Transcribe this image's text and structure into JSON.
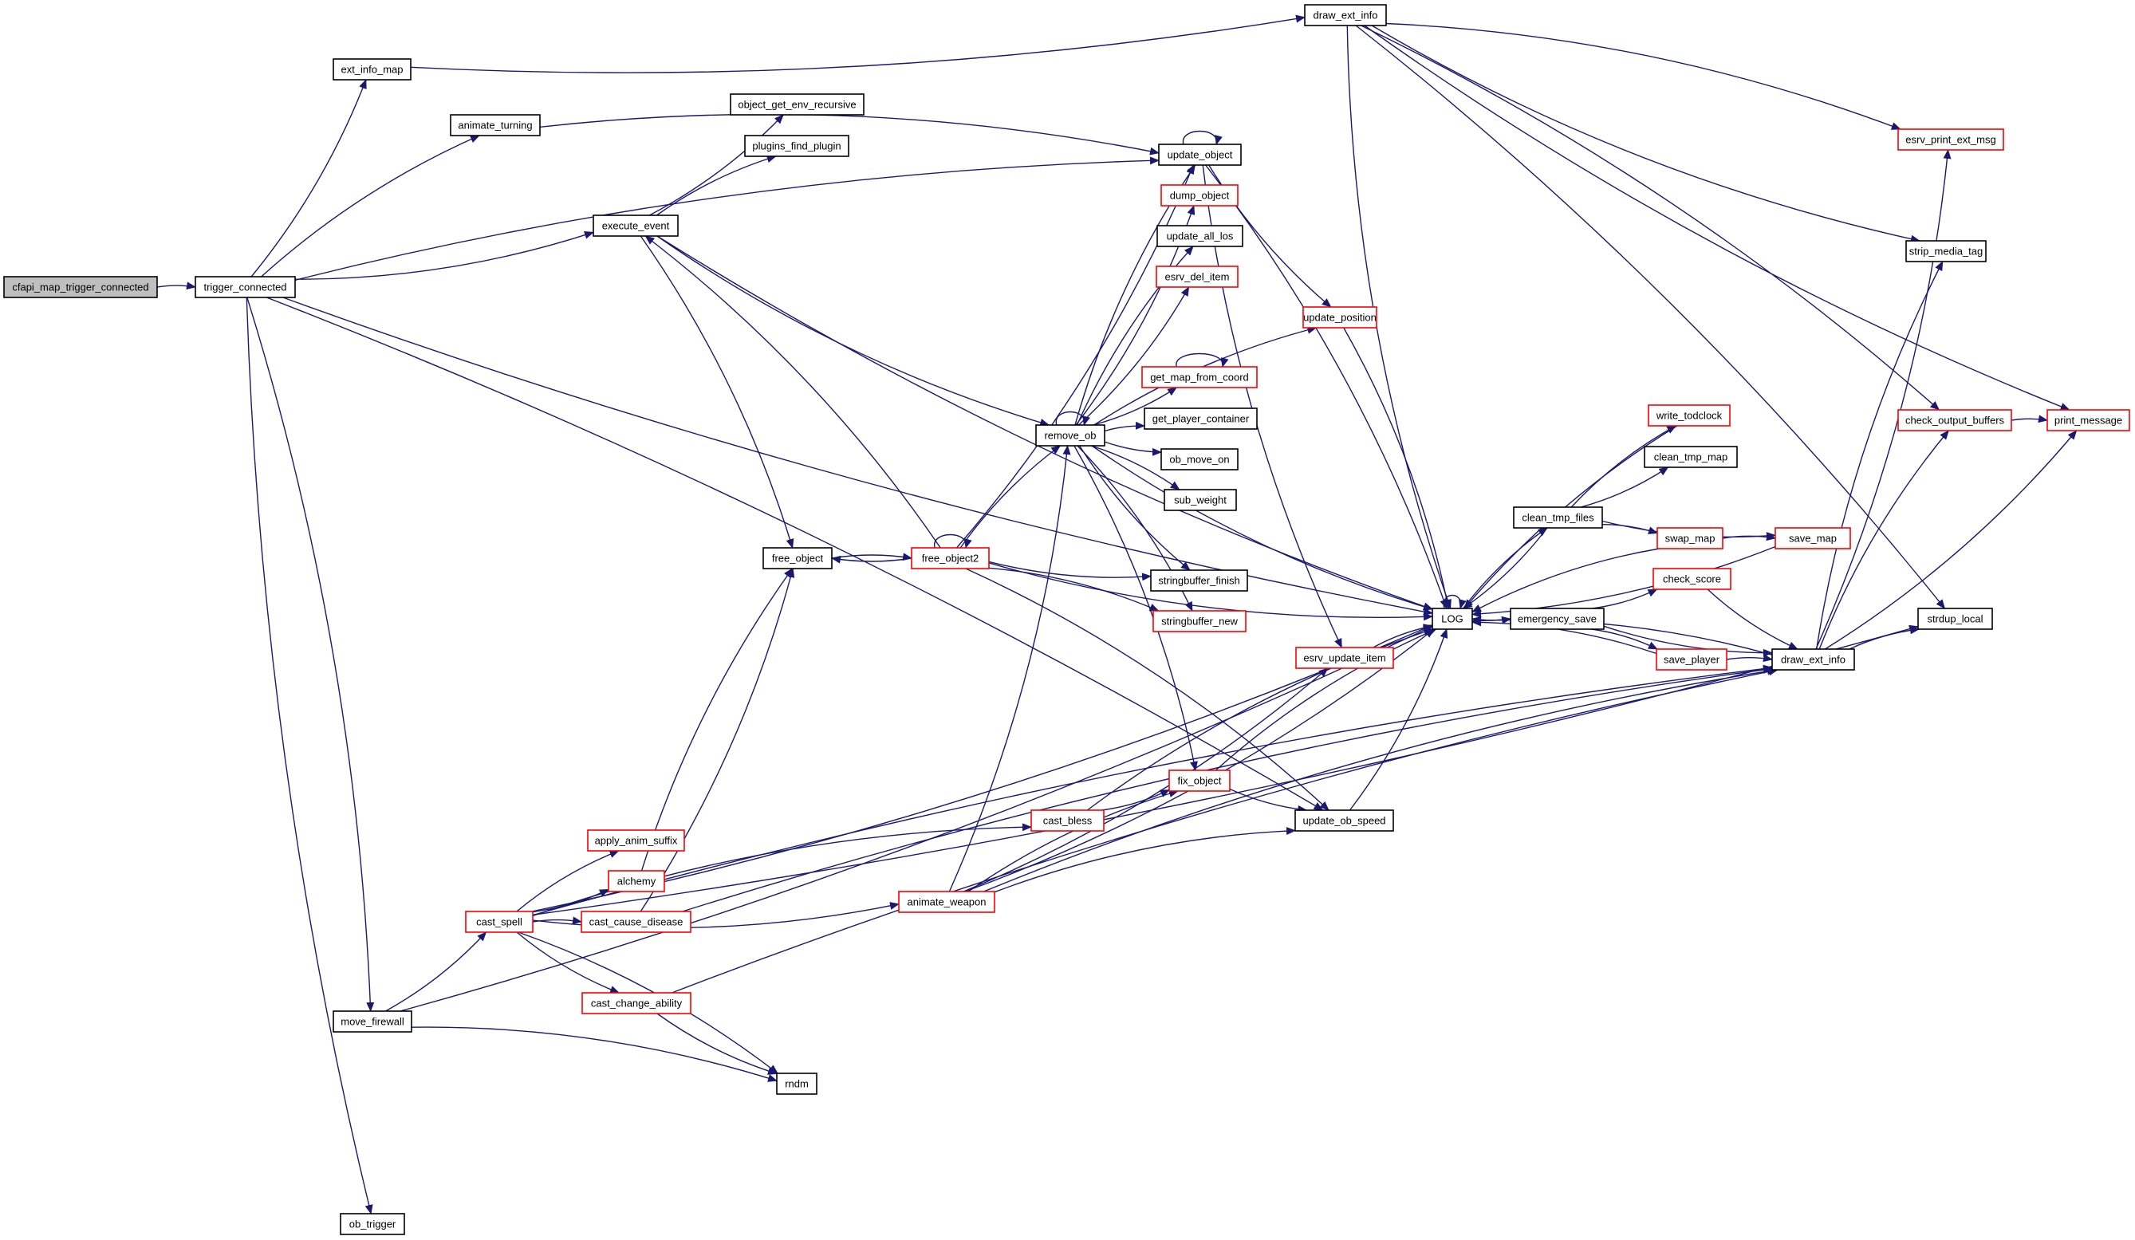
{
  "graph": {
    "title": "cfapi_map_trigger_connected call graph",
    "colors": {
      "edge": "#191970",
      "node_border": "#000000",
      "node_truncated_border": "#ff0000",
      "root_fill": "#bfbfbf"
    },
    "nodes": [
      {
        "id": "cfapi",
        "label": "cfapi_map_trigger_connected",
        "style": "root"
      },
      {
        "id": "trigger_connected",
        "label": "trigger_connected",
        "style": "normal"
      },
      {
        "id": "ext_info_map",
        "label": "ext_info_map",
        "style": "normal"
      },
      {
        "id": "animate_turning",
        "label": "animate_turning",
        "style": "normal"
      },
      {
        "id": "execute_event",
        "label": "execute_event",
        "style": "normal"
      },
      {
        "id": "object_get_env_recursive",
        "label": "object_get_env_recursive",
        "style": "normal"
      },
      {
        "id": "plugins_find_plugin",
        "label": "plugins_find_plugin",
        "style": "normal"
      },
      {
        "id": "draw_ext_info_top",
        "label": "draw_ext_info",
        "style": "normal"
      },
      {
        "id": "update_object",
        "label": "update_object",
        "style": "normal"
      },
      {
        "id": "dump_object",
        "label": "dump_object",
        "style": "red"
      },
      {
        "id": "update_all_los",
        "label": "update_all_los",
        "style": "normal"
      },
      {
        "id": "esrv_del_item",
        "label": "esrv_del_item",
        "style": "red"
      },
      {
        "id": "update_position",
        "label": "update_position",
        "style": "red"
      },
      {
        "id": "get_map_from_coord",
        "label": "get_map_from_coord",
        "style": "red"
      },
      {
        "id": "get_player_container",
        "label": "get_player_container",
        "style": "normal"
      },
      {
        "id": "ob_move_on",
        "label": "ob_move_on",
        "style": "normal"
      },
      {
        "id": "sub_weight",
        "label": "sub_weight",
        "style": "normal"
      },
      {
        "id": "remove_ob",
        "label": "remove_ob",
        "style": "normal"
      },
      {
        "id": "free_object",
        "label": "free_object",
        "style": "normal"
      },
      {
        "id": "free_object2",
        "label": "free_object2",
        "style": "red"
      },
      {
        "id": "stringbuffer_finish",
        "label": "stringbuffer_finish",
        "style": "normal"
      },
      {
        "id": "stringbuffer_new",
        "label": "stringbuffer_new",
        "style": "red"
      },
      {
        "id": "LOG",
        "label": "LOG",
        "style": "normal"
      },
      {
        "id": "esrv_update_item",
        "label": "esrv_update_item",
        "style": "red"
      },
      {
        "id": "write_todclock",
        "label": "write_todclock",
        "style": "red"
      },
      {
        "id": "clean_tmp_map",
        "label": "clean_tmp_map",
        "style": "normal"
      },
      {
        "id": "clean_tmp_files",
        "label": "clean_tmp_files",
        "style": "normal"
      },
      {
        "id": "swap_map",
        "label": "swap_map",
        "style": "red"
      },
      {
        "id": "save_map",
        "label": "save_map",
        "style": "red"
      },
      {
        "id": "check_score",
        "label": "check_score",
        "style": "red"
      },
      {
        "id": "emergency_save",
        "label": "emergency_save",
        "style": "normal"
      },
      {
        "id": "save_player",
        "label": "save_player",
        "style": "red"
      },
      {
        "id": "draw_ext_info",
        "label": "draw_ext_info",
        "style": "normal"
      },
      {
        "id": "strdup_local",
        "label": "strdup_local",
        "style": "normal"
      },
      {
        "id": "check_output_buffers",
        "label": "check_output_buffers",
        "style": "red"
      },
      {
        "id": "print_message",
        "label": "print_message",
        "style": "red"
      },
      {
        "id": "esrv_print_ext_msg",
        "label": "esrv_print_ext_msg",
        "style": "red"
      },
      {
        "id": "strip_media_tag",
        "label": "strip_media_tag",
        "style": "normal"
      },
      {
        "id": "fix_object",
        "label": "fix_object",
        "style": "red"
      },
      {
        "id": "cast_bless",
        "label": "cast_bless",
        "style": "red"
      },
      {
        "id": "update_ob_speed",
        "label": "update_ob_speed",
        "style": "normal"
      },
      {
        "id": "apply_anim_suffix",
        "label": "apply_anim_suffix",
        "style": "red"
      },
      {
        "id": "alchemy",
        "label": "alchemy",
        "style": "red"
      },
      {
        "id": "cast_spell",
        "label": "cast_spell",
        "style": "red"
      },
      {
        "id": "cast_cause_disease",
        "label": "cast_cause_disease",
        "style": "red"
      },
      {
        "id": "animate_weapon",
        "label": "animate_weapon",
        "style": "red"
      },
      {
        "id": "cast_change_ability",
        "label": "cast_change_ability",
        "style": "red"
      },
      {
        "id": "rndm",
        "label": "rndm",
        "style": "normal"
      },
      {
        "id": "move_firewall",
        "label": "move_firewall",
        "style": "normal"
      },
      {
        "id": "ob_trigger",
        "label": "ob_trigger",
        "style": "normal"
      }
    ],
    "edges": [
      [
        "cfapi",
        "trigger_connected"
      ],
      [
        "trigger_connected",
        "ext_info_map"
      ],
      [
        "trigger_connected",
        "animate_turning"
      ],
      [
        "trigger_connected",
        "execute_event"
      ],
      [
        "trigger_connected",
        "update_object"
      ],
      [
        "trigger_connected",
        "LOG"
      ],
      [
        "trigger_connected",
        "move_firewall"
      ],
      [
        "trigger_connected",
        "ob_trigger"
      ],
      [
        "trigger_connected",
        "update_ob_speed"
      ],
      [
        "ext_info_map",
        "draw_ext_info_top"
      ],
      [
        "animate_turning",
        "update_object"
      ],
      [
        "execute_event",
        "object_get_env_recursive"
      ],
      [
        "execute_event",
        "plugins_find_plugin"
      ],
      [
        "execute_event",
        "LOG"
      ],
      [
        "execute_event",
        "free_object"
      ],
      [
        "execute_event",
        "remove_ob"
      ],
      [
        "draw_ext_info_top",
        "esrv_print_ext_msg"
      ],
      [
        "draw_ext_info_top",
        "strip_media_tag"
      ],
      [
        "draw_ext_info_top",
        "check_output_buffers"
      ],
      [
        "draw_ext_info_top",
        "print_message"
      ],
      [
        "draw_ext_info_top",
        "strdup_local"
      ],
      [
        "draw_ext_info_top",
        "LOG"
      ],
      [
        "update_object",
        "update_object"
      ],
      [
        "update_object",
        "update_position"
      ],
      [
        "update_object",
        "LOG"
      ],
      [
        "update_object",
        "esrv_update_item"
      ],
      [
        "update_position",
        "LOG"
      ],
      [
        "remove_ob",
        "remove_ob"
      ],
      [
        "remove_ob",
        "update_object"
      ],
      [
        "remove_ob",
        "dump_object"
      ],
      [
        "remove_ob",
        "update_all_los"
      ],
      [
        "remove_ob",
        "esrv_del_item"
      ],
      [
        "remove_ob",
        "update_position"
      ],
      [
        "remove_ob",
        "get_map_from_coord"
      ],
      [
        "remove_ob",
        "get_player_container"
      ],
      [
        "remove_ob",
        "ob_move_on"
      ],
      [
        "remove_ob",
        "sub_weight"
      ],
      [
        "remove_ob",
        "stringbuffer_finish"
      ],
      [
        "remove_ob",
        "stringbuffer_new"
      ],
      [
        "remove_ob",
        "LOG"
      ],
      [
        "remove_ob",
        "fix_object"
      ],
      [
        "get_map_from_coord",
        "get_map_from_coord"
      ],
      [
        "free_object",
        "free_object2"
      ],
      [
        "free_object2",
        "free_object2"
      ],
      [
        "free_object2",
        "free_object"
      ],
      [
        "free_object2",
        "execute_event"
      ],
      [
        "free_object2",
        "remove_ob"
      ],
      [
        "free_object2",
        "stringbuffer_finish"
      ],
      [
        "free_object2",
        "stringbuffer_new"
      ],
      [
        "free_object2",
        "LOG"
      ],
      [
        "free_object2",
        "update_ob_speed"
      ],
      [
        "free_object2",
        "update_object"
      ],
      [
        "esrv_update_item",
        "LOG"
      ],
      [
        "LOG",
        "LOG"
      ],
      [
        "LOG",
        "clean_tmp_files"
      ],
      [
        "LOG",
        "emergency_save"
      ],
      [
        "clean_tmp_files",
        "write_todclock"
      ],
      [
        "clean_tmp_files",
        "clean_tmp_map"
      ],
      [
        "clean_tmp_files",
        "swap_map"
      ],
      [
        "clean_tmp_files",
        "save_map"
      ],
      [
        "clean_tmp_files",
        "LOG"
      ],
      [
        "write_todclock",
        "LOG"
      ],
      [
        "swap_map",
        "save_map"
      ],
      [
        "swap_map",
        "LOG"
      ],
      [
        "save_map",
        "LOG"
      ],
      [
        "emergency_save",
        "check_score"
      ],
      [
        "emergency_save",
        "save_player"
      ],
      [
        "emergency_save",
        "draw_ext_info"
      ],
      [
        "emergency_save",
        "LOG"
      ],
      [
        "check_score",
        "draw_ext_info"
      ],
      [
        "save_player",
        "draw_ext_info"
      ],
      [
        "save_player",
        "LOG"
      ],
      [
        "draw_ext_info",
        "strdup_local"
      ],
      [
        "draw_ext_info",
        "print_message"
      ],
      [
        "draw_ext_info",
        "check_output_buffers"
      ],
      [
        "draw_ext_info",
        "esrv_print_ext_msg"
      ],
      [
        "draw_ext_info",
        "strip_media_tag"
      ],
      [
        "draw_ext_info",
        "LOG"
      ],
      [
        "check_output_buffers",
        "print_message"
      ],
      [
        "fix_object",
        "update_ob_speed"
      ],
      [
        "fix_object",
        "LOG"
      ],
      [
        "cast_bless",
        "fix_object"
      ],
      [
        "cast_bless",
        "LOG"
      ],
      [
        "update_ob_speed",
        "LOG"
      ],
      [
        "cast_spell",
        "apply_anim_suffix"
      ],
      [
        "cast_spell",
        "alchemy"
      ],
      [
        "cast_spell",
        "cast_cause_disease"
      ],
      [
        "cast_spell",
        "cast_change_ability"
      ],
      [
        "cast_spell",
        "cast_bless"
      ],
      [
        "cast_spell",
        "animate_weapon"
      ],
      [
        "cast_spell",
        "rndm"
      ],
      [
        "cast_spell",
        "LOG"
      ],
      [
        "cast_spell",
        "draw_ext_info"
      ],
      [
        "cast_spell",
        "strdup_local"
      ],
      [
        "alchemy",
        "free_object"
      ],
      [
        "cast_cause_disease",
        "free_object"
      ],
      [
        "cast_cause_disease",
        "draw_ext_info"
      ],
      [
        "cast_change_ability",
        "rndm"
      ],
      [
        "cast_change_ability",
        "draw_ext_info"
      ],
      [
        "animate_weapon",
        "remove_ob"
      ],
      [
        "animate_weapon",
        "fix_object"
      ],
      [
        "animate_weapon",
        "esrv_update_item"
      ],
      [
        "animate_weapon",
        "update_ob_speed"
      ],
      [
        "animate_weapon",
        "LOG"
      ],
      [
        "animate_weapon",
        "draw_ext_info"
      ],
      [
        "move_firewall",
        "cast_spell"
      ],
      [
        "move_firewall",
        "rndm"
      ],
      [
        "move_firewall",
        "LOG"
      ]
    ]
  }
}
